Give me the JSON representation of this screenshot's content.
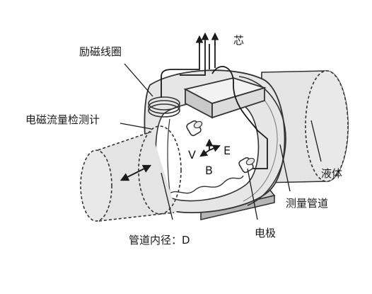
{
  "labels": {
    "coil": "励磁线圈",
    "core": "芯",
    "meter": "电磁流量检测计",
    "liquid": "液体",
    "pipe": "测量管道",
    "electrode": "电极",
    "diameter": "管道内径：D"
  },
  "axes": {
    "v": "V",
    "e": "E",
    "b": "B"
  }
}
